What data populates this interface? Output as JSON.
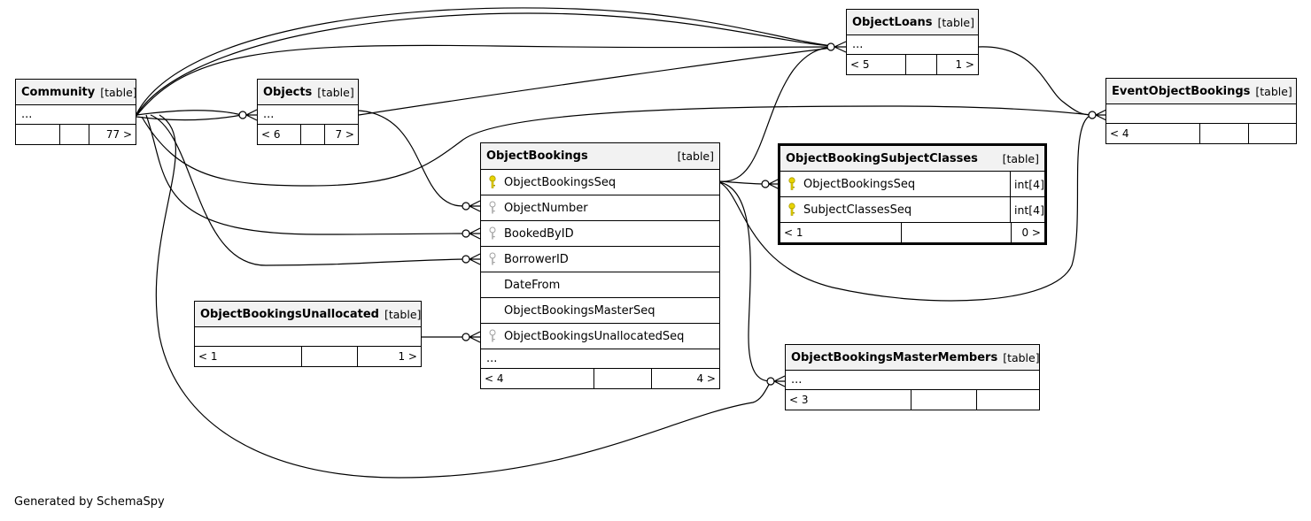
{
  "footer": "Generated by SchemaSpy",
  "colors": {
    "primary_key": "#e8d400",
    "foreign_key": "#a0a0a0",
    "header_bg": "#f2f2f2"
  },
  "tables": {
    "community": {
      "name": "Community",
      "kind": "[table]",
      "more": "...",
      "parents": "",
      "mid": "",
      "children": "77 >"
    },
    "objects": {
      "name": "Objects",
      "kind": "[table]",
      "more": "...",
      "parents": "< 6",
      "mid": "",
      "children": "7 >"
    },
    "object_loans": {
      "name": "ObjectLoans",
      "kind": "[table]",
      "more": "...",
      "parents": "< 5",
      "mid": "",
      "children": "1 >"
    },
    "event_object_bookings": {
      "name": "EventObjectBookings",
      "kind": "[table]",
      "parents": "< 4",
      "mid": "",
      "children": ""
    },
    "object_bookings": {
      "name": "ObjectBookings",
      "kind": "[table]",
      "more": "...",
      "parents": "< 4",
      "mid": "",
      "children": "4 >",
      "columns": [
        {
          "label": "ObjectBookingsSeq",
          "icon": "primary-key-icon"
        },
        {
          "label": "ObjectNumber",
          "icon": "foreign-key-icon"
        },
        {
          "label": "BookedByID",
          "icon": "foreign-key-icon"
        },
        {
          "label": "BorrowerID",
          "icon": "foreign-key-icon"
        },
        {
          "label": "DateFrom",
          "icon": ""
        },
        {
          "label": "ObjectBookingsMasterSeq",
          "icon": ""
        },
        {
          "label": "ObjectBookingsUnallocatedSeq",
          "icon": "foreign-key-icon"
        }
      ]
    },
    "object_booking_subject_classes": {
      "name": "ObjectBookingSubjectClasses",
      "kind": "[table]",
      "parents": "< 1",
      "mid": "",
      "children": "0 >",
      "columns": [
        {
          "label": "ObjectBookingsSeq",
          "type": "int[4]",
          "icon": "primary-key-icon"
        },
        {
          "label": "SubjectClassesSeq",
          "type": "int[4]",
          "icon": "primary-key-icon"
        }
      ]
    },
    "object_bookings_unallocated": {
      "name": "ObjectBookingsUnallocated",
      "kind": "[table]",
      "parents": "< 1",
      "mid": "",
      "children": "1 >"
    },
    "object_bookings_master_members": {
      "name": "ObjectBookingsMasterMembers",
      "kind": "[table]",
      "more": "...",
      "parents": "< 3",
      "mid": "",
      "children": ""
    }
  }
}
